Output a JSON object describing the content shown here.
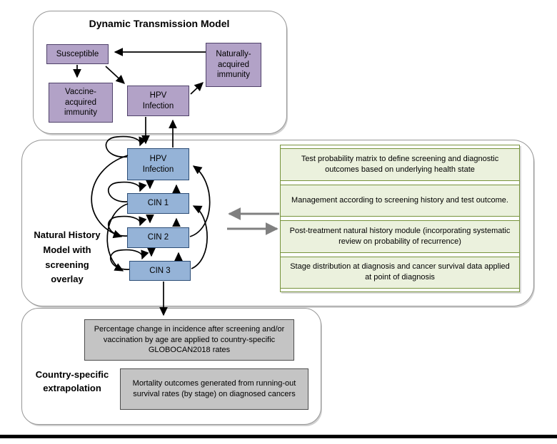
{
  "colors": {
    "purple_fill": "#b2a2c7",
    "purple_border": "#4f4169",
    "blue_fill": "#95b3d7",
    "blue_border": "#2c4d76",
    "green_fill": "#ebf1dd",
    "green_border": "#77933c",
    "gray_fill": "#c4c4c4",
    "gray_border": "#4d4d4d",
    "panel_border": "#969696",
    "arrow": "#000000",
    "exchange_arrow": "#808080"
  },
  "transmission_panel": {
    "title": "Dynamic Transmission Model",
    "boxes": {
      "susceptible": "Susceptible",
      "vaccine": "Vaccine-acquired immunity",
      "natural": "Naturally-acquired immunity",
      "hpv": {
        "line1": "HPV",
        "line2": "Infection"
      }
    }
  },
  "natural_history_panel": {
    "label": {
      "l1": "Natural History",
      "l2": "Model with",
      "l3": "screening",
      "l4": "overlay"
    },
    "states": {
      "hpv": {
        "line1": "HPV",
        "line2": "Infection"
      },
      "cin1": "CIN 1",
      "cin2": "CIN 2",
      "cin3": "CIN 3"
    },
    "screening_modules": [
      "Test probability matrix to define screening and diagnostic outcomes based on underlying health state",
      "Management according to screening history and test outcome.",
      "Post-treatment natural history module (incorporating systematic review on probability of recurrence)",
      "Stage distribution at diagnosis and cancer survival data applied at point of diagnosis"
    ]
  },
  "extrapolation_panel": {
    "label": {
      "l1": "Country-specific",
      "l2": "extrapolation"
    },
    "boxes": [
      "Percentage change in incidence after screening and/or vaccination by age are applied to country-specific GLOBOCAN2018 rates",
      "Mortality outcomes generated from running-out survival rates (by stage) on diagnosed cancers"
    ]
  }
}
